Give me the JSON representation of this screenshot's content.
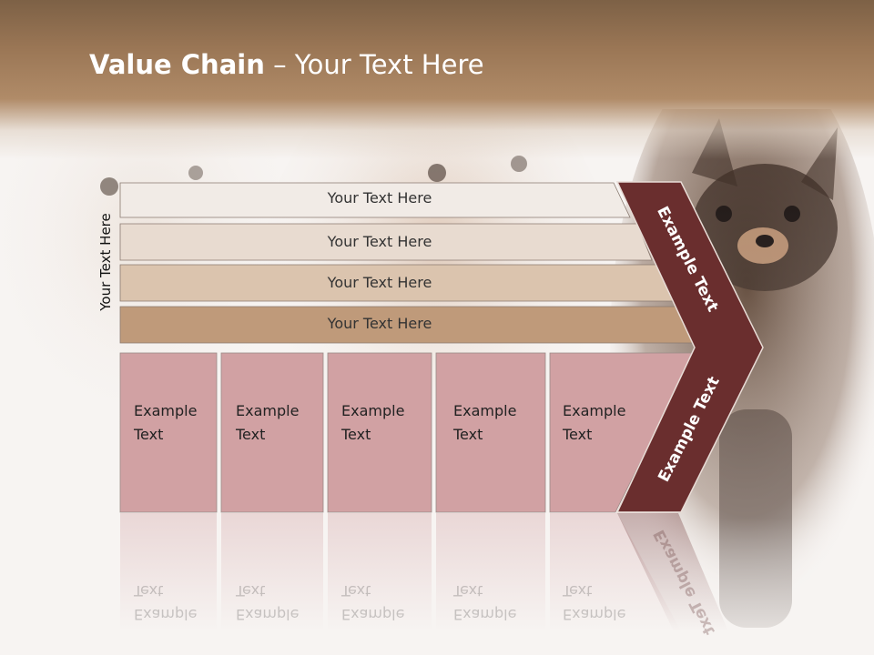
{
  "title": {
    "bold": "Value Chain",
    "rest": " – Your Text Here"
  },
  "side_label": "Your Text Here",
  "bars": [
    {
      "label": "Your Text Here",
      "color": "#f1ebe6"
    },
    {
      "label": "Your Text Here",
      "color": "#e8dbd0"
    },
    {
      "label": "Your Text Here",
      "color": "#dbc4ae"
    },
    {
      "label": "Your Text Here",
      "color": "#bf9a7a"
    }
  ],
  "columns": [
    {
      "line1": "Example",
      "line2": "Text"
    },
    {
      "line1": "Example",
      "line2": "Text"
    },
    {
      "line1": "Example",
      "line2": "Text"
    },
    {
      "line1": "Example",
      "line2": "Text"
    },
    {
      "line1": "Example",
      "line2": "Text"
    }
  ],
  "chevron": {
    "upper": "Example Text",
    "lower": "Example Text",
    "color": "#6a2e2e"
  },
  "column_color": "#d1a1a3",
  "background_image": "chihuahua-dogs-photo"
}
